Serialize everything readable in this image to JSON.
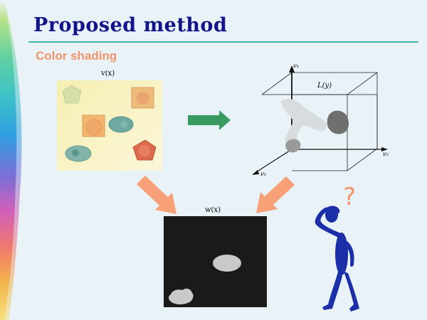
{
  "slide": {
    "title": "Proposed method",
    "subtitle": "Color shading"
  },
  "input_image": {
    "label": "v(x)"
  },
  "color_space": {
    "label": "L(y)",
    "axis_top": "ν₁",
    "axis_right": "ν₂",
    "axis_front": "ν₁"
  },
  "output_image": {
    "label": "w(x)"
  },
  "question_mark": "?",
  "colors": {
    "title": "#13138a",
    "subtitle": "#f0956a",
    "rule": "#3fb7a4",
    "green_arrow": "#3a9b62",
    "orange_arrow": "#f8a178",
    "figure": "#1a2fa8",
    "output_bg": "#1a1a1a"
  }
}
